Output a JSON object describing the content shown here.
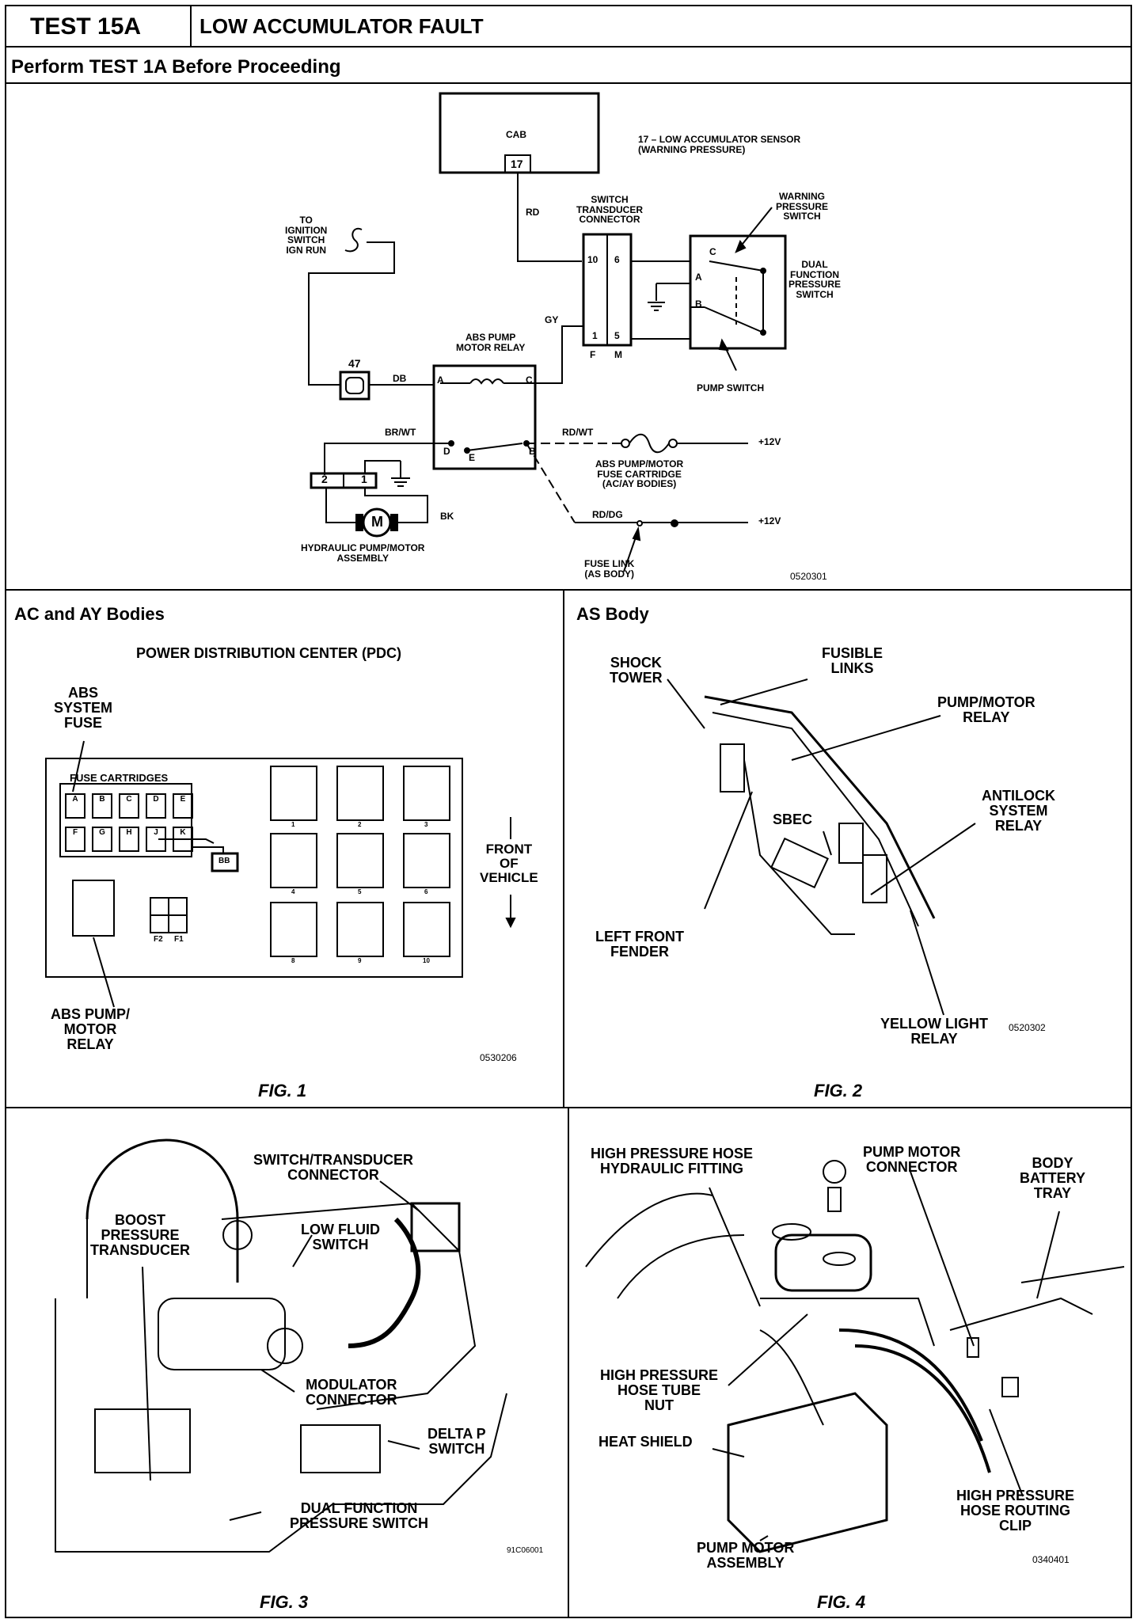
{
  "header": {
    "test_id": "TEST 15A",
    "title": "LOW ACCUMULATOR FAULT",
    "subtitle": "Perform TEST 1A Before Proceeding"
  },
  "wiring": {
    "cab": "CAB",
    "pin17": "17",
    "sensor_note": "17 – LOW ACCUMULATOR SENSOR\n(WARNING PRESSURE)",
    "rd": "RD",
    "transducer_connector": "SWITCH\nTRANSDUCER\nCONNECTOR",
    "pins": {
      "p10": "10",
      "p6": "6",
      "p1": "1",
      "p5": "5",
      "f": "F",
      "m": "M"
    },
    "warning_switch": "WARNING\nPRESSURE\nSWITCH",
    "dual_switch": "DUAL\nFUNCTION\nPRESSURE\nSWITCH",
    "sw_c": "C",
    "sw_a": "A",
    "sw_b": "B",
    "pump_switch": "PUMP SWITCH",
    "ignition": "TO\nIGNITION\nSWITCH\nIGN RUN",
    "gy": "GY",
    "relay_label": "ABS PUMP\nMOTOR RELAY",
    "fuse47": "47",
    "db": "DB",
    "relay_a": "A",
    "relay_c": "C",
    "relay_d": "D",
    "relay_e": "E",
    "relay_b": "B",
    "br_wt": "BR/WT",
    "rd_wt": "RD/WT",
    "plus12_top": "+12V",
    "fuse_cartridge": "ABS PUMP/MOTOR\nFUSE CARTRIDGE\n(AC/AY BODIES)",
    "rd_dg": "RD/DG",
    "plus12_bottom": "+12V",
    "conn2": "2",
    "conn1": "1",
    "bk": "BK",
    "motor_m": "M",
    "motor_assembly": "HYDRAULIC PUMP/MOTOR\nASSEMBLY",
    "fuse_link": "FUSE LINK\n(AS BODY)",
    "code": "0520301"
  },
  "fig1": {
    "heading": "AC and AY Bodies",
    "pdc_title": "POWER DISTRIBUTION CENTER (PDC)",
    "abs_fuse": "ABS\nSYSTEM\nFUSE",
    "cartridges": "FUSE CARTRIDGES",
    "fuses_top": [
      "A",
      "B",
      "C",
      "D",
      "E"
    ],
    "fuses_bottom": [
      "F",
      "G",
      "H",
      "J",
      "K"
    ],
    "bb": "BB",
    "f2": "F2",
    "f1": "F1",
    "front": "FRONT\nOF\nVEHICLE",
    "relay_nums": [
      "1",
      "2",
      "3",
      "4",
      "5",
      "6",
      "8",
      "9",
      "10"
    ],
    "pump_relay": "ABS PUMP/\nMOTOR\nRELAY",
    "code": "0530206",
    "caption": "FIG. 1"
  },
  "fig2": {
    "heading": "AS Body",
    "shock_tower": "SHOCK\nTOWER",
    "fusible_links": "FUSIBLE\nLINKS",
    "pump_relay": "PUMP/MOTOR\nRELAY",
    "antilock_relay": "ANTILOCK\nSYSTEM\nRELAY",
    "sbec": "SBEC",
    "left_fender": "LEFT FRONT\nFENDER",
    "yellow_relay": "YELLOW LIGHT\nRELAY",
    "code": "0520302",
    "caption": "FIG. 2"
  },
  "fig3": {
    "switch_conn": "SWITCH/TRANSDUCER\nCONNECTOR",
    "boost": "BOOST\nPRESSURE\nTRANSDUCER",
    "low_fluid": "LOW FLUID\nSWITCH",
    "modulator": "MODULATOR\nCONNECTOR",
    "delta": "DELTA P\nSWITCH",
    "dual": "DUAL FUNCTION\nPRESSURE SWITCH",
    "code": "91C06001",
    "caption": "FIG. 3"
  },
  "fig4": {
    "hp_fitting": "HIGH PRESSURE HOSE\nHYDRAULIC FITTING",
    "pump_conn": "PUMP MOTOR\nCONNECTOR",
    "battery_tray": "BODY\nBATTERY\nTRAY",
    "hp_nut": "HIGH PRESSURE\nHOSE TUBE\nNUT",
    "heat_shield": "HEAT SHIELD",
    "hp_clip": "HIGH PRESSURE\nHOSE ROUTING\nCLIP",
    "pump_assembly": "PUMP MOTOR\nASSEMBLY",
    "code": "0340401",
    "caption": "FIG. 4"
  }
}
